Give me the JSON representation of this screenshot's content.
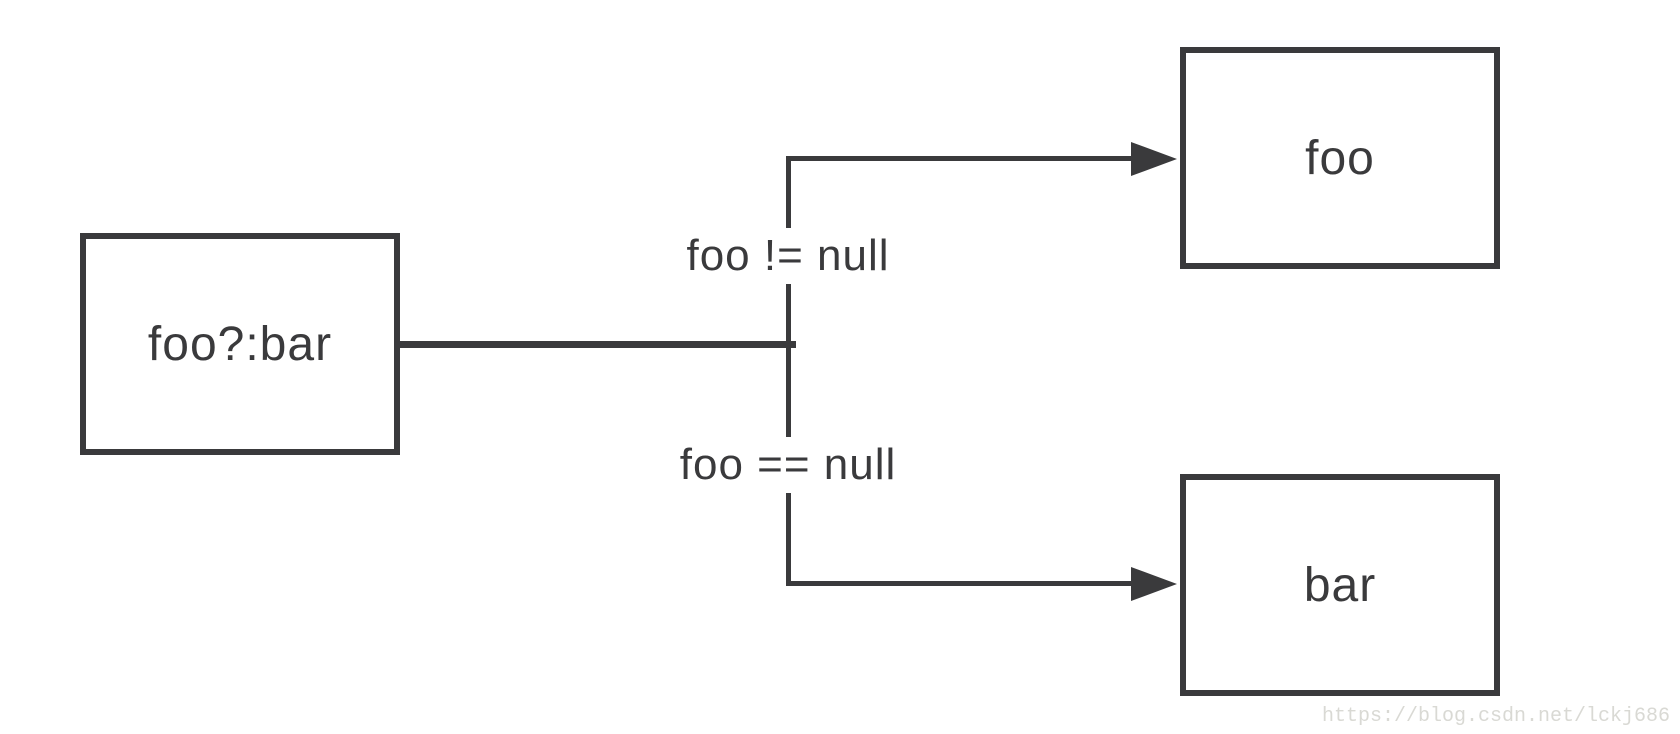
{
  "diagram": {
    "background_color": "#ffffff",
    "line_color": "#3a3a3c",
    "nodes": {
      "source": {
        "label": "foo?:bar"
      },
      "true_target": {
        "label": "foo"
      },
      "false_target": {
        "label": "bar"
      }
    },
    "edges": {
      "true_branch": {
        "condition_label": "foo != null"
      },
      "false_branch": {
        "condition_label": "foo == null"
      }
    }
  },
  "watermark": {
    "text": "https://blog.csdn.net/lckj686",
    "color": "#d9d9d4"
  }
}
